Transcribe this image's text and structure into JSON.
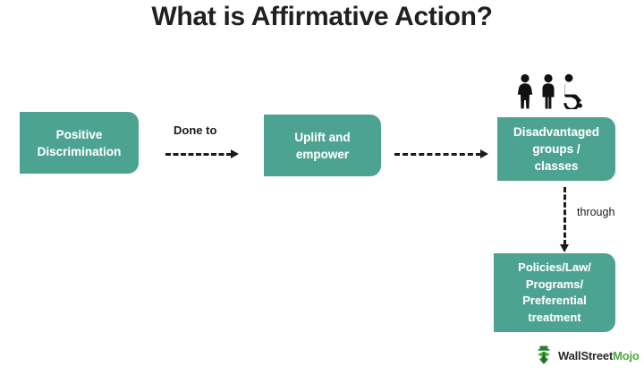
{
  "page": {
    "title": "What is Affirmative Action?",
    "background_color": "#ffffff"
  },
  "theme": {
    "box_fill": "#4ca391",
    "box_text": "#ffffff",
    "arrow_color": "#1b1b1b",
    "title_color": "#231f20",
    "logo_dark": "#2b2b2b",
    "logo_green": "#4aa83f"
  },
  "diagram": {
    "type": "flowchart",
    "nodes": [
      {
        "id": "positive-discrimination",
        "label": "Positive\nDiscrimination",
        "lines": [
          "Positive",
          "Discrimination"
        ]
      },
      {
        "id": "uplift-empower",
        "label": "Uplift and\nempower",
        "lines": [
          "Uplift and",
          "empower"
        ]
      },
      {
        "id": "disadvantaged-groups",
        "label": "Disadvantaged\ngroups /\nclasses",
        "lines": [
          "Disadvantaged",
          "groups /",
          "classes"
        ]
      },
      {
        "id": "policies-law",
        "label": "Policies/Law/\nPrograms/\nPreferential\ntreatment",
        "lines": [
          "Policies/Law/",
          "Programs/",
          "Preferential",
          "treatment"
        ]
      }
    ],
    "edges": [
      {
        "id": "done-to",
        "from": "positive-discrimination",
        "to": "uplift-empower",
        "label": "Done to",
        "style": "dashed",
        "direction": "right"
      },
      {
        "id": "to-groups",
        "from": "uplift-empower",
        "to": "disadvantaged-groups",
        "label": "",
        "style": "dashed",
        "direction": "right"
      },
      {
        "id": "through",
        "from": "disadvantaged-groups",
        "to": "policies-law",
        "label": "through",
        "style": "dashed",
        "direction": "down"
      }
    ],
    "decorations": [
      {
        "id": "people-icons",
        "icons": [
          "woman-icon",
          "man-icon",
          "wheelchair-icon"
        ],
        "attached_to": "disadvantaged-groups"
      }
    ]
  },
  "logo": {
    "name": "WallStreetMojo",
    "primary_text": "WallStreet",
    "accent_text": "Mojo",
    "mark": "wallstreetmojo-mark-icon"
  }
}
